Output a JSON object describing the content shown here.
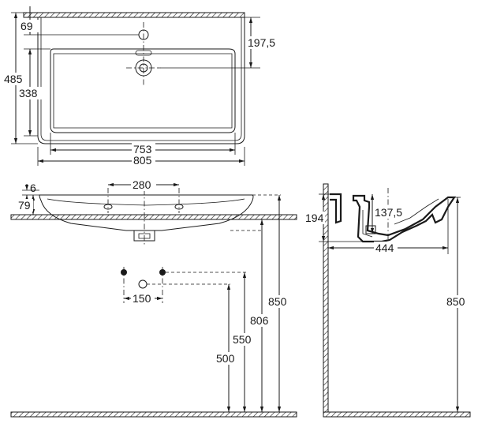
{
  "dimensions": {
    "top_view": {
      "tap_offset": "69",
      "overall_depth": "485",
      "bowl_depth": "338",
      "drain_offset": "197,5",
      "inner_width": "753",
      "overall_width": "805"
    },
    "front_view": {
      "rim_thickness": "6",
      "height_above_counter": "79",
      "mount_spacing": "280",
      "fixing_spacing": "150",
      "height_500": "500",
      "height_550": "550",
      "height_806": "806",
      "height_850": "850"
    },
    "side_view": {
      "depth_194": "194",
      "drain_137": "137,5",
      "projection_444": "444",
      "height_850": "850"
    }
  },
  "colors": {
    "line": "#1a1a1a",
    "background": "#ffffff"
  }
}
